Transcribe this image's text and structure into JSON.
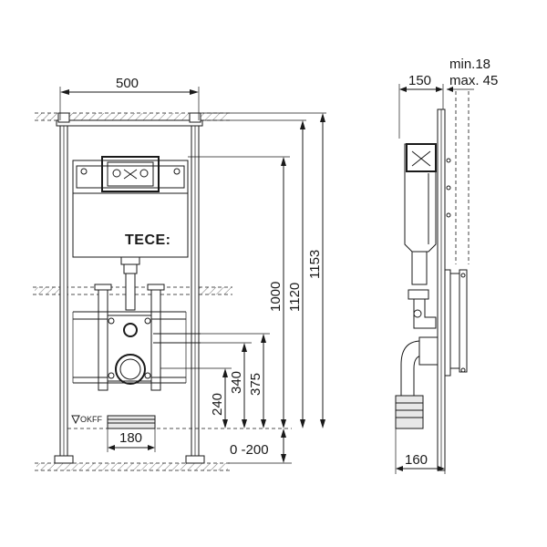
{
  "brand": {
    "label": "TECE:"
  },
  "front_view": {
    "width_label": "500",
    "outlet_width_label": "180",
    "floor_marker": "OKFF",
    "adjust_label": "0 -200",
    "heights": [
      {
        "id": "h240",
        "label": "240"
      },
      {
        "id": "h340",
        "label": "340"
      },
      {
        "id": "h375",
        "label": "375"
      },
      {
        "id": "h1000",
        "label": "1000"
      },
      {
        "id": "h1120",
        "label": "1120"
      },
      {
        "id": "h1153",
        "label": "1153"
      }
    ]
  },
  "side_view": {
    "depth_label": "150",
    "wall_min_label": "min.18",
    "wall_max_label": "max. 45",
    "bottom_depth_label": "160"
  },
  "colors": {
    "line": "#1a1a1a",
    "background": "#ffffff"
  }
}
